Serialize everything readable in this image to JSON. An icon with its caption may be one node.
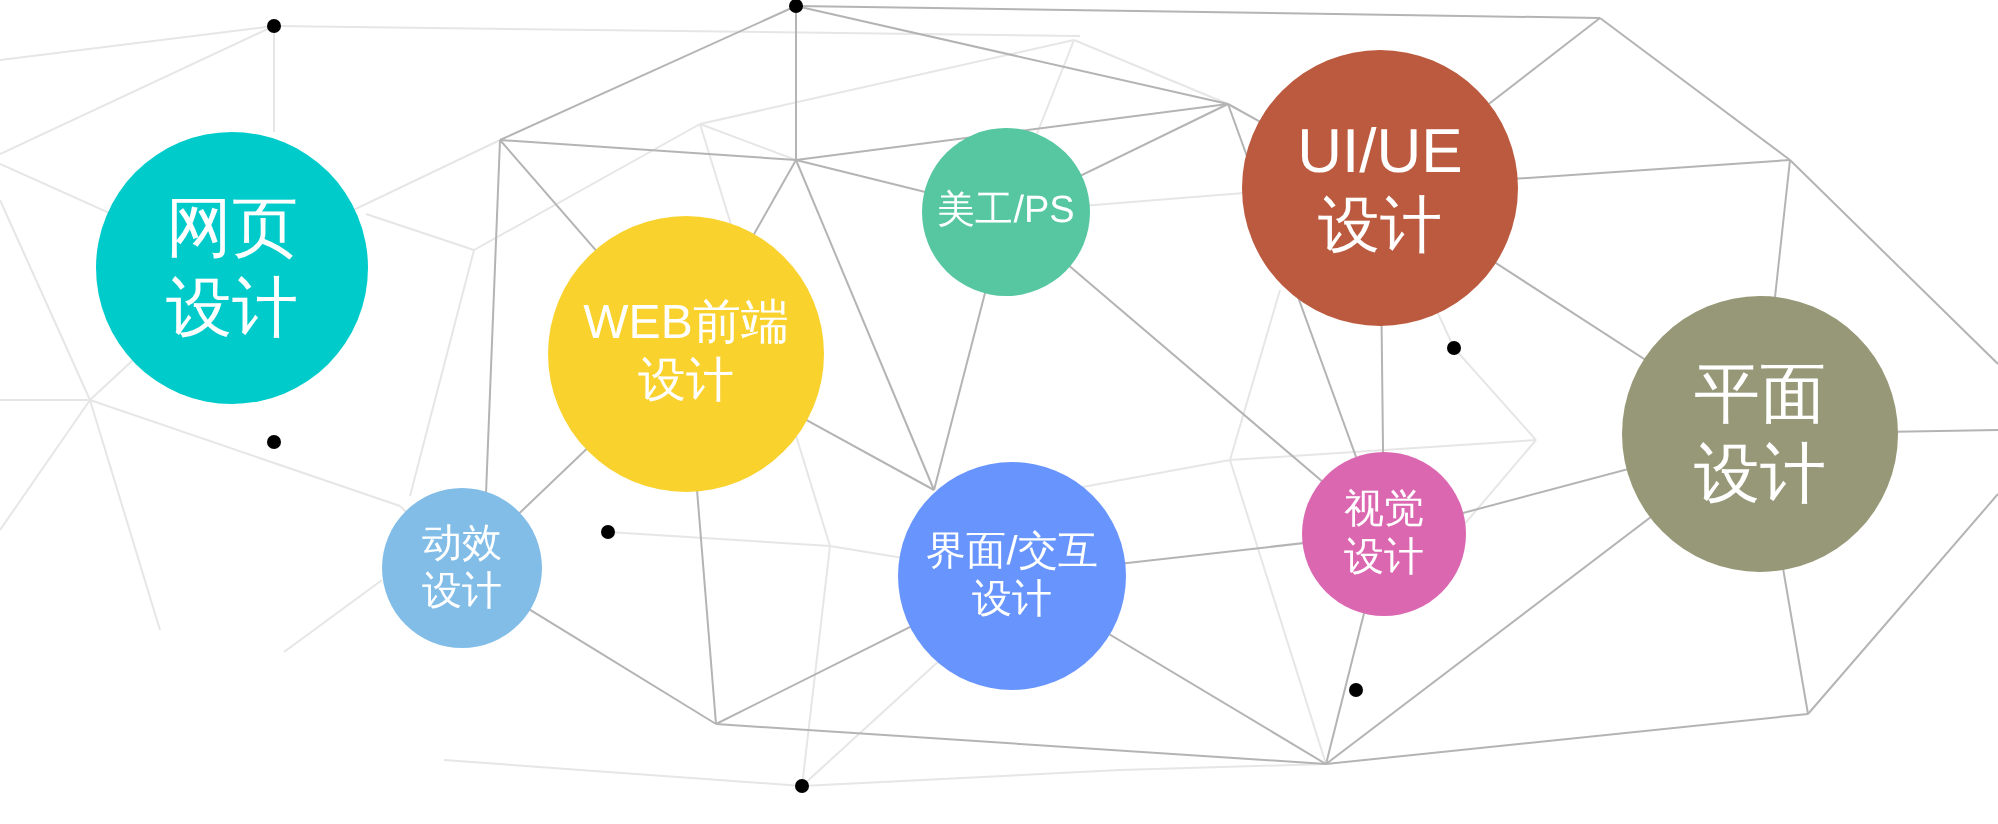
{
  "diagram": {
    "nodes": [
      {
        "text": [
          "网页设计"
        ]
      },
      {
        "text": [
          "动效设计"
        ]
      },
      {
        "text": [
          "WEB前端设计"
        ]
      },
      {
        "text": [
          "美工/PS"
        ]
      },
      {
        "text": [
          "界面/交互设计"
        ]
      },
      {
        "text": [
          "UI/UE设计"
        ]
      },
      {
        "text": [
          "视觉设计"
        ]
      },
      {
        "text": [
          "平面设计"
        ]
      }
    ]
  }
}
